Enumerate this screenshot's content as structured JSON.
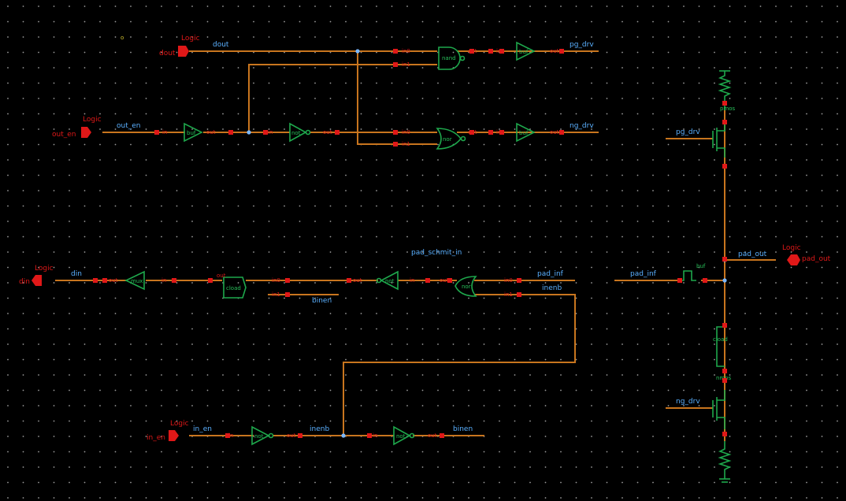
{
  "ports": [
    {
      "id": "dout",
      "label": "dout",
      "tag": "Logic"
    },
    {
      "id": "out_en",
      "label": "out_en",
      "tag": "Logic"
    },
    {
      "id": "din",
      "label": "din",
      "tag": "Logic"
    },
    {
      "id": "in_en",
      "label": "in_en",
      "tag": "Logic"
    },
    {
      "id": "pad_out",
      "label": "pad_out",
      "tag": "Logic"
    }
  ],
  "nets": {
    "dout": "dout",
    "pg_drv": "pg_drv",
    "out_en": "out_en",
    "ng_drv": "ng_drv",
    "pad_schmit_in": "pad_schmit_in",
    "din": "din",
    "pad_inf": "pad_inf",
    "inenb": "inenb",
    "binen": "binen",
    "in_en": "in_en",
    "pad_out": "pad_out",
    "pg_drv_r": "pg_drv",
    "ng_drv_r": "ng_drv",
    "pad_inf_r": "pad_inf"
  },
  "gates": {
    "nand": "nand",
    "buf": "buf",
    "not": "not",
    "nor": "nor",
    "mux": "mux",
    "cload": "cload",
    "pmos": "pmos",
    "nmos": "nmos"
  },
  "pins": {
    "in": "in",
    "in0": "in0",
    "in1": "in1",
    "out": "out",
    "ctrl": "ctrl"
  },
  "marker": "o"
}
